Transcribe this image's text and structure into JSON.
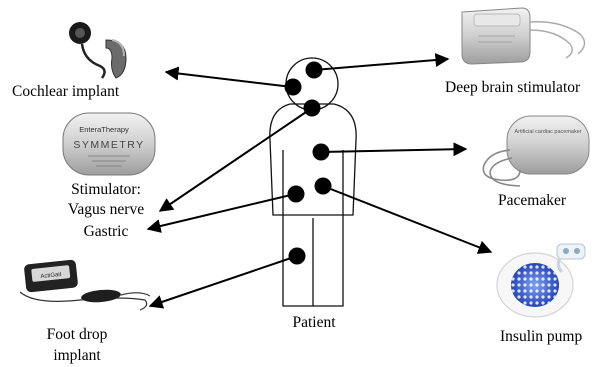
{
  "labels": {
    "cochlear": "Cochlear implant",
    "dbs": "Deep brain stimulator",
    "stimulator_l1": "Stimulator:",
    "stimulator_l2": "Vagus nerve",
    "stimulator_l3": "Gastric",
    "pacemaker": "Pacemaker",
    "foot_l1": "Foot drop",
    "foot_l2": "implant",
    "insulin": "Insulin pump",
    "patient": "Patient"
  },
  "device_text": {
    "stimulator_brand": "EnteraTherapy",
    "stimulator_model": "SYMMETRY",
    "pacemaker_brand": "Artificial cardiac pacemaker",
    "foot_brand": "ActiGait"
  },
  "colors": {
    "ink": "#000000",
    "body_outline": "#111111",
    "device_silver": "#c9c9c9",
    "pump_blue": "#2f5fd0"
  }
}
